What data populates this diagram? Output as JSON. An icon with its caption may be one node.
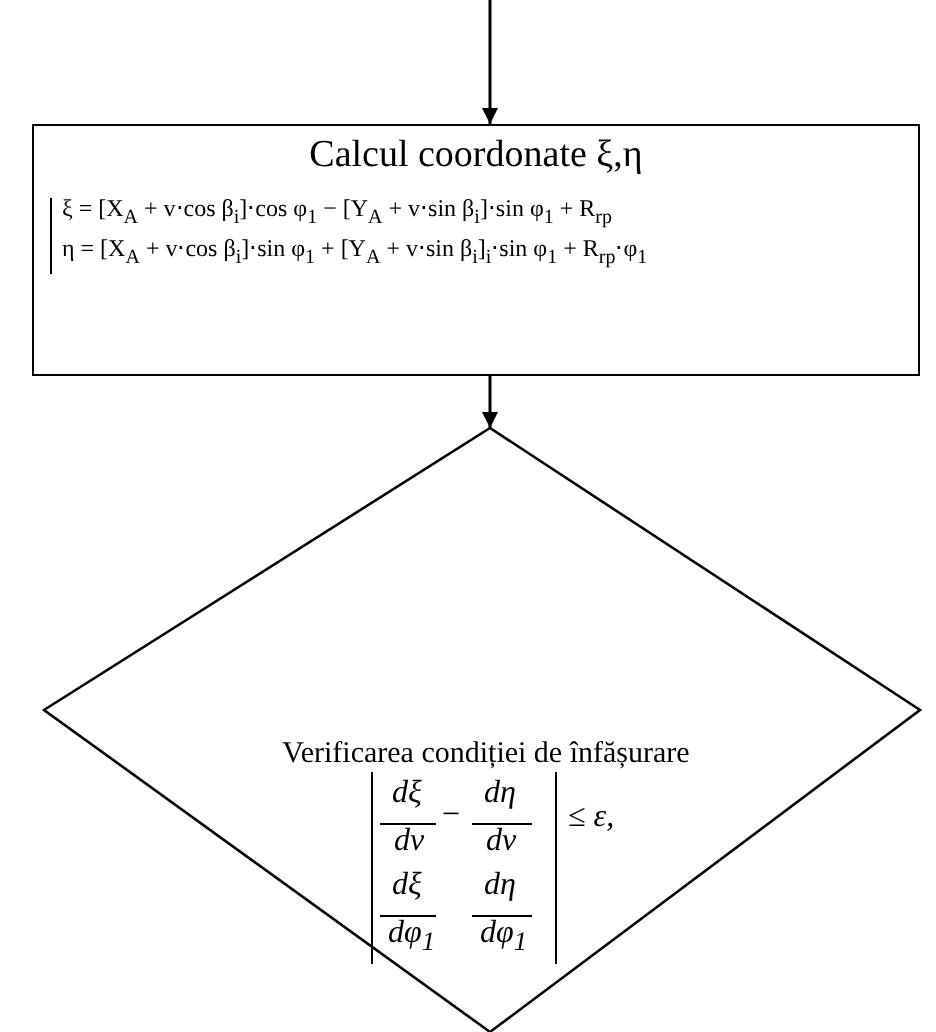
{
  "diagram": {
    "nodes": [
      {
        "text": [
          "Calcul coordonate ξ,η",
          "ξ = [X$_{A}$ + v⋅cos β$_{i}$]⋅cos φ$_{1}$ − [Y$_{A}$ + v⋅sin β$_{i}$]⋅sin φ$_{1}$ + R$_{rp}$",
          "η = [X$_{A}$ + v⋅cos β$_{i}$]⋅sin φ$_{1}$ + [Y$_{A}$ + v⋅sin β$_{i}$]$_{i}$⋅sin φ$_{1}$ + R$_{rp}$⋅φ$_{1}$"
        ]
      },
      {
        "text": [
          "Verificarea condiției de înfășurare",
          "dξ",
          "dv",
          "−",
          "dη",
          "dv",
          "dξ",
          "dφ$_{1}$",
          "dη",
          "dφ$_{1}$",
          "≤ ε,"
        ]
      }
    ],
    "edges": [
      {
        "from": null,
        "to": 0,
        "arrow": "to"
      },
      {
        "from": 0,
        "to": 1,
        "arrow": "to"
      }
    ]
  }
}
